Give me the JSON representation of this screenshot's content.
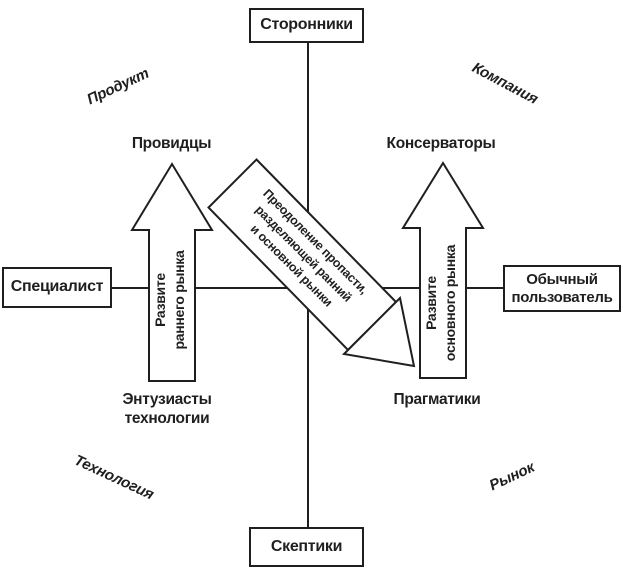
{
  "diagram": {
    "background": "#ffffff",
    "line_color": "#1f1f1f",
    "boxes": {
      "top": "Сторонники",
      "left": "Специалист",
      "right_lines": [
        "Обычный",
        "пользователь"
      ],
      "bottom": "Скептики"
    },
    "axis_labels": {
      "top_left": "Продукт",
      "top_right": "Компания",
      "bottom_left": "Технология",
      "bottom_right": "Рынок"
    },
    "group_labels": {
      "visionaries": "Провидцы",
      "conservatives": "Консерваторы",
      "enthusiasts_lines": [
        "Энтузиасты",
        "технологии"
      ],
      "pragmatists": "Прагматики"
    },
    "arrows": {
      "left_lines": [
        "Развите",
        "раннего рынка"
      ],
      "right_lines": [
        "Развите",
        "основного рынка"
      ],
      "diagonal_lines": [
        "Преодоление пропасти,",
        "разделяющей ранний",
        "и основной рынки"
      ]
    }
  }
}
